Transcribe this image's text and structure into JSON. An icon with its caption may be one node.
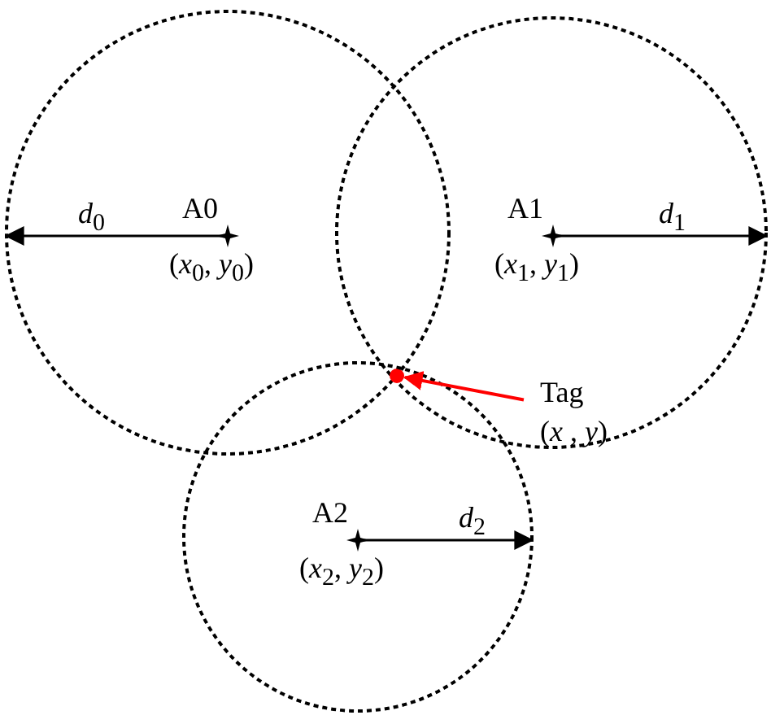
{
  "diagram": {
    "nodes": [
      {
        "text": [],
        "shape": "circle"
      },
      {
        "text": [
          "A0",
          "(*x*$_{0}$, *y*$_{0}$)"
        ],
        "in": 0
      },
      {
        "text": [],
        "shape": "circle"
      },
      {
        "text": [
          "A1",
          "(*x*$_{1}$, *y*$_{1}$)"
        ],
        "in": 2
      },
      {
        "text": [],
        "shape": "circle"
      },
      {
        "text": [
          "Tag",
          "(*x* , *y*)"
        ],
        "in": 2
      },
      {
        "text": [],
        "shape": "circle"
      },
      {
        "text": [
          "A2",
          "(*x*$_{2}$, *y*$_{2}$)"
        ],
        "in": 6
      }
    ],
    "edges": [
      {
        "from": 1,
        "to": 0,
        "arrow": "to",
        "label": "*d*$_{0}$"
      },
      {
        "from": 3,
        "to": 2,
        "arrow": "to",
        "label": "*d*$_{1}$"
      },
      {
        "from": 5,
        "to": 4,
        "arrow": "to",
        "color": "#ff0000"
      },
      {
        "from": 7,
        "to": 6,
        "arrow": "to",
        "label": "*d*$_{2}$"
      }
    ]
  }
}
